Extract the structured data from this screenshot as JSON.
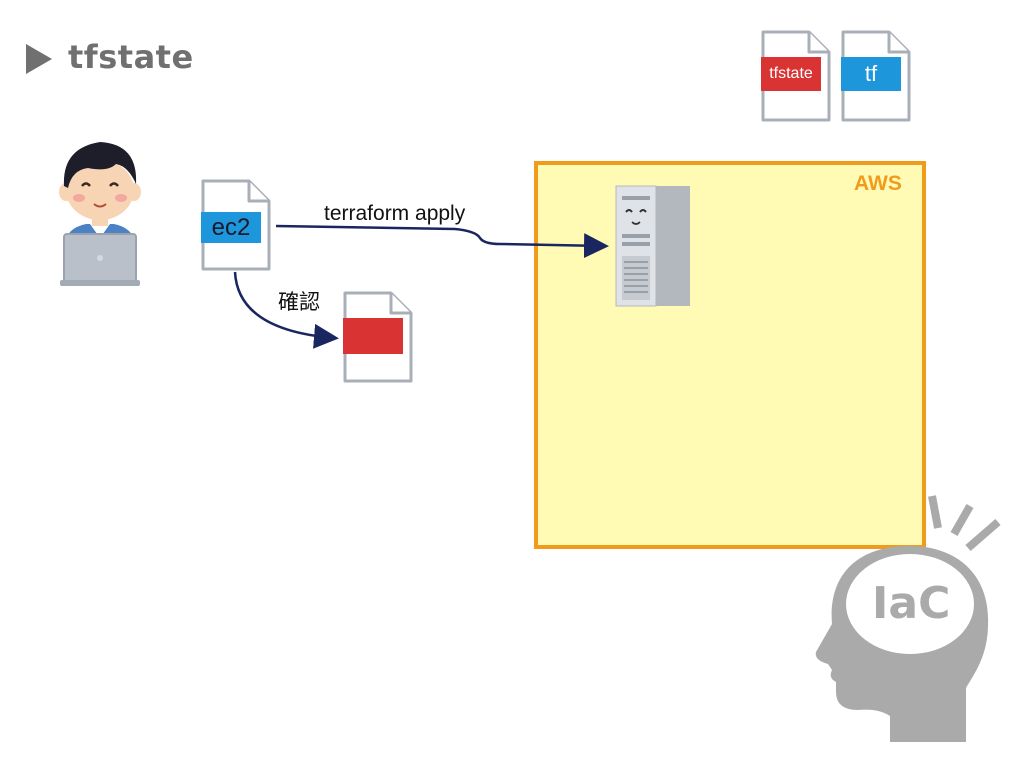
{
  "title": "tfstate",
  "header_files": {
    "tfstate_label": "tfstate",
    "tf_label": "tf"
  },
  "source_file": {
    "label": "ec2"
  },
  "arrow_apply_label": "terraform apply",
  "arrow_confirm_label": "確認",
  "aws": {
    "label": "AWS"
  },
  "head": {
    "label": "IaC"
  },
  "colors": {
    "title_gray": "#707070",
    "aws_border": "#f19b1d",
    "aws_fill": "#fffbb5",
    "blue_tag": "#1e96dc",
    "red_tag": "#d93334",
    "arrow": "#1a2660",
    "head_gray": "#aaaaaa"
  },
  "icons": [
    "play-triangle-icon",
    "person-laptop-icon",
    "document-icon",
    "server-icon",
    "head-icon"
  ]
}
